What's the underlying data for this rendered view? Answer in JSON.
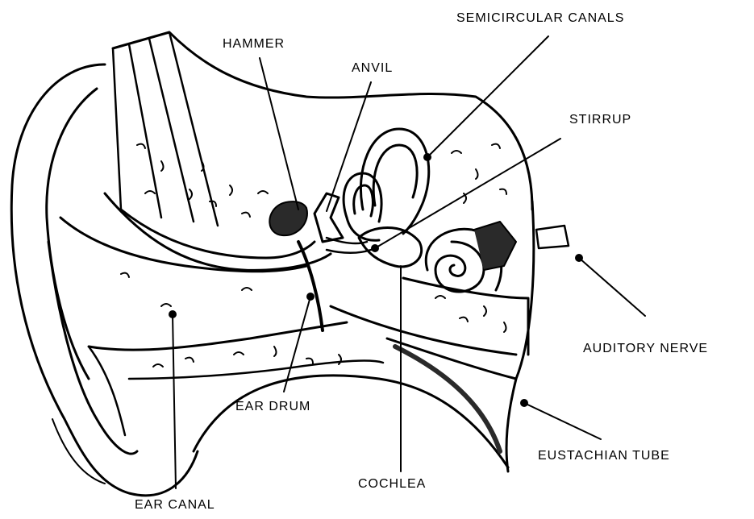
{
  "labels": {
    "semicircular_canals": "SEMICIRCULAR CANALS",
    "hammer": "HAMMER",
    "anvil": "ANVIL",
    "stirrup": "STIRRUP",
    "auditory_nerve": "AUDITORY NERVE",
    "ear_drum": "EAR DRUM",
    "eustachian_tube": "EUSTACHIAN TUBE",
    "cochlea": "COCHLEA",
    "ear_canal": "EAR CANAL"
  },
  "colors": {
    "ink": "#000000",
    "paper": "#ffffff",
    "shade": "#2a2a2a"
  }
}
